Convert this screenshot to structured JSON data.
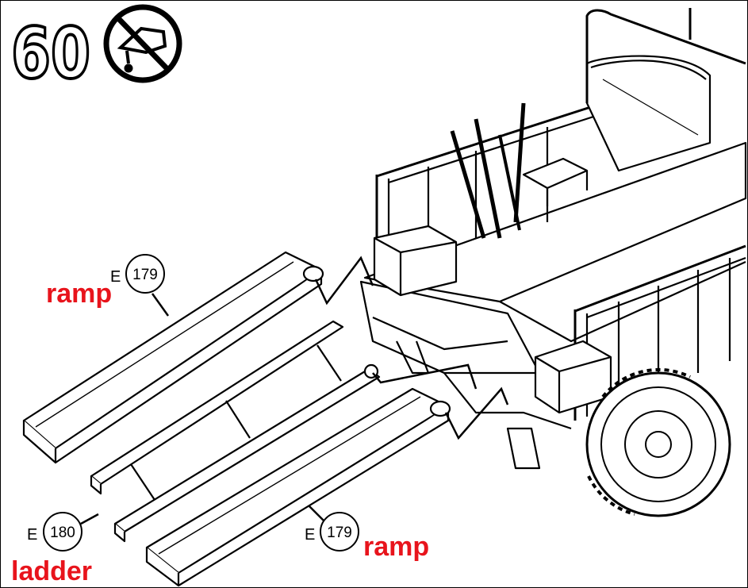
{
  "step": {
    "number": "60"
  },
  "icons": {
    "no_glue": "no-glue-icon"
  },
  "callouts": [
    {
      "prefix": "E",
      "part": "179",
      "label": "ramp"
    },
    {
      "prefix": "E",
      "part": "179",
      "label": "ramp"
    },
    {
      "prefix": "E",
      "part": "180",
      "label": "ladder"
    }
  ],
  "colors": {
    "label": "#e8141c",
    "line": "#000000",
    "background": "#ffffff"
  }
}
